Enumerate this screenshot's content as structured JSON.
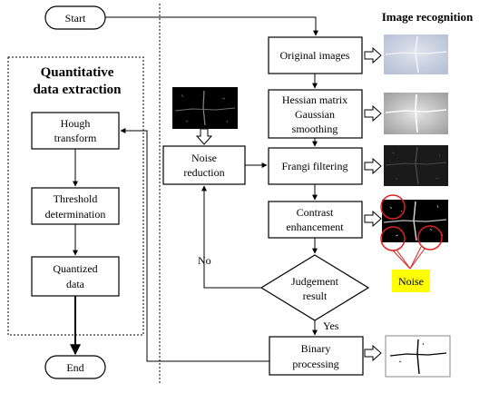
{
  "headers": {
    "left_line1": "Quantitative",
    "left_line2": "data extraction",
    "right": "Image recognition"
  },
  "nodes": {
    "start": "Start",
    "end": "End",
    "hough": [
      "Hough",
      "transform"
    ],
    "threshold": [
      "Threshold",
      "determination"
    ],
    "quantized": [
      "Quantized",
      "data"
    ],
    "original": [
      "Original images"
    ],
    "hessian": [
      "Hessian matrix",
      "Gaussian",
      "smoothing"
    ],
    "noise_reduction": [
      "Noise",
      "reduction"
    ],
    "frangi": [
      "Frangi filtering"
    ],
    "contrast": [
      "Contrast",
      "enhancement"
    ],
    "judgement": [
      "Judgement",
      "result"
    ],
    "binary": [
      "Binary",
      "processing"
    ]
  },
  "edge_labels": {
    "no": "No",
    "yes": "Yes"
  },
  "callout": {
    "noise": "Noise"
  },
  "colors": {
    "callout_fill": "#ffff00",
    "noise_circles": "#e0201e"
  }
}
